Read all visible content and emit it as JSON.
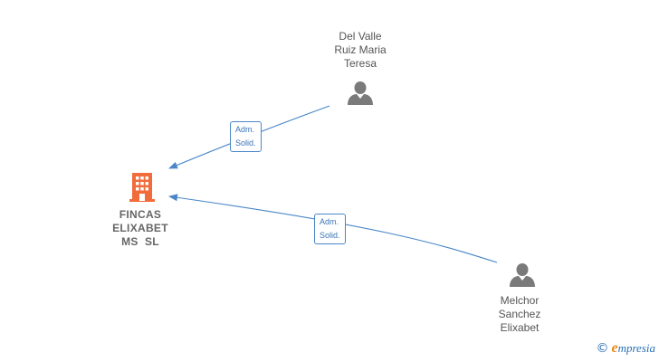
{
  "nodes": {
    "company": {
      "lines": [
        "FINCAS",
        "ELIXABET",
        "MS  SL"
      ],
      "icon": "building-icon",
      "color": "#f26b3a"
    },
    "person_top": {
      "lines": [
        "Del Valle",
        "Ruiz Maria",
        "Teresa"
      ],
      "icon": "person-icon",
      "color": "#7a7a7a"
    },
    "person_bottom": {
      "lines": [
        "Melchor",
        "Sanchez",
        "Elixabet"
      ],
      "icon": "person-icon",
      "color": "#7a7a7a"
    }
  },
  "edges": [
    {
      "from": "person_top",
      "to": "company",
      "label": [
        "Adm.",
        "Solid."
      ]
    },
    {
      "from": "person_bottom",
      "to": "company",
      "label": [
        "Adm.",
        "Solid."
      ]
    }
  ],
  "colors": {
    "edge": "#4a86c8"
  },
  "watermark": {
    "copyright": "©",
    "brand_initial": "e",
    "brand_rest": "mpresia"
  }
}
